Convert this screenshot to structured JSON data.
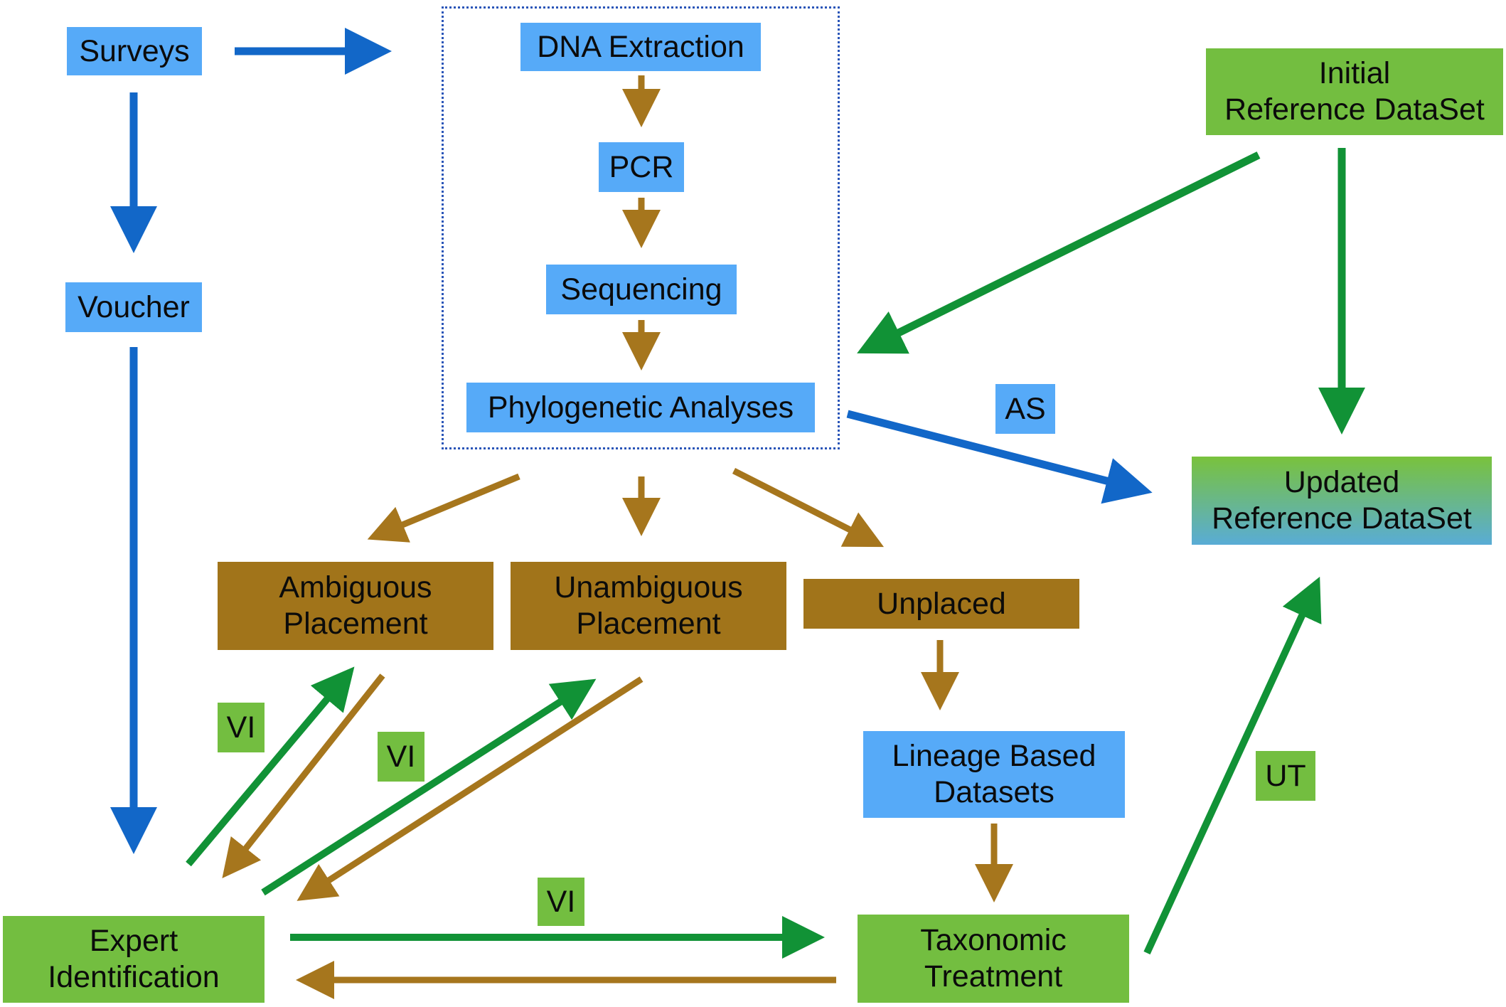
{
  "colors": {
    "blue_box": "#56aaf8",
    "brown_box": "#a1741a",
    "green_box": "#73be40",
    "blue_arrow": "#1267c8",
    "brown_arrow": "#a6761d",
    "green_arrow": "#119236"
  },
  "nodes": {
    "surveys": "Surveys",
    "voucher": "Voucher",
    "dna_extraction": "DNA Extraction",
    "pcr": "PCR",
    "sequencing": "Sequencing",
    "phylogenetic_analyses": "Phylogenetic Analyses",
    "initial_reference": [
      "Initial",
      "Reference DataSet"
    ],
    "updated_reference": [
      "Updated",
      "Reference DataSet"
    ],
    "ambiguous": [
      "Ambiguous",
      "Placement"
    ],
    "unambiguous": [
      "Unambiguous",
      "Placement"
    ],
    "unplaced": "Unplaced",
    "lineage": [
      "Lineage Based",
      "Datasets"
    ],
    "expert": [
      "Expert",
      "Identification"
    ],
    "taxonomic": [
      "Taxonomic",
      "Treatment"
    ]
  },
  "edge_labels": {
    "as": "AS",
    "vi_1": "VI",
    "vi_2": "VI",
    "vi_3": "VI",
    "ut": "UT"
  }
}
